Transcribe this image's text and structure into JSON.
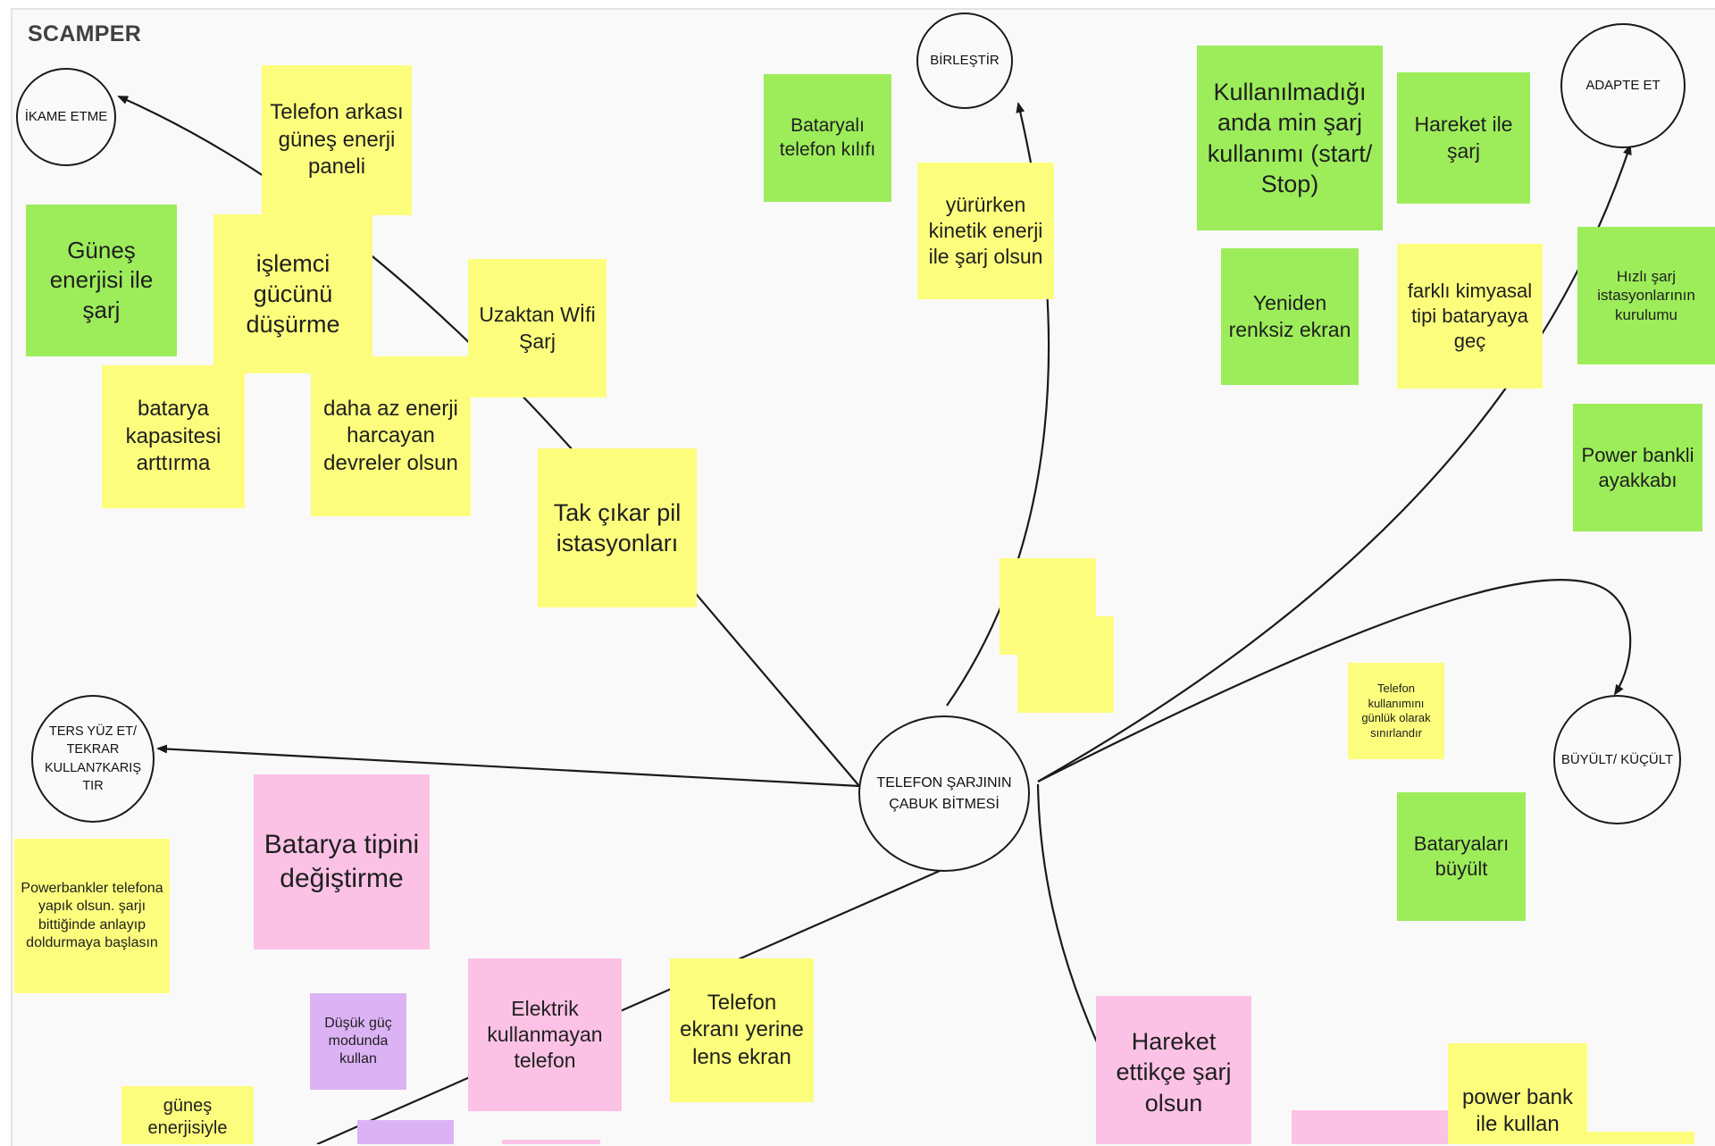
{
  "board": {
    "title": "SCAMPER"
  },
  "central_node": {
    "label": "TELEFON ŞARJININ ÇABUK BİTMESİ"
  },
  "category_nodes": {
    "ikame": "İKAME ETME",
    "birlestir": "BİRLEŞTİR",
    "adapte": "ADAPTE ET",
    "ters": "TERS YÜZ ET/ TEKRAR KULLAN7KARIŞ TIR",
    "buyult": "BÜYÜLT/ KÜÇÜLT"
  },
  "sticky_notes": [
    {
      "id": "telefon-arkasi",
      "color": "yellow",
      "text": "Telefon arkası güneş enerji paneli"
    },
    {
      "id": "gunes-enerjisi-ile-sarj",
      "color": "green",
      "text": "Güneş enerjisi ile şarj"
    },
    {
      "id": "islemci-gucu",
      "color": "yellow",
      "text": "işlemci gücünü düşürme"
    },
    {
      "id": "batarya-kapasitesi",
      "color": "yellow",
      "text": "batarya kapasitesi arttırma"
    },
    {
      "id": "daha-az-enerji",
      "color": "yellow",
      "text": "daha az enerji harcayan devreler olsun"
    },
    {
      "id": "uzaktan-wifi",
      "color": "yellow",
      "text": "Uzaktan Wİfi Şarj"
    },
    {
      "id": "tak-cikar",
      "color": "yellow",
      "text": "Tak çıkar pil istasyonları"
    },
    {
      "id": "bataryali-kilif",
      "color": "green",
      "text": "Bataryalı telefon kılıfı"
    },
    {
      "id": "yururken-kinetik",
      "color": "yellow",
      "text": "yürürken kinetik enerji ile şarj olsun"
    },
    {
      "id": "kullanilmadigi-anda",
      "color": "green",
      "text": "Kullanılmadığı anda min şarj kullanımı (start/ Stop)"
    },
    {
      "id": "hareket-ile-sarj",
      "color": "green",
      "text": "Hareket ile şarj"
    },
    {
      "id": "yeniden-renksiz",
      "color": "green",
      "text": "Yeniden renksiz ekran"
    },
    {
      "id": "farkli-kimyasal",
      "color": "yellow",
      "text": "farklı kimyasal tipi bataryaya geç"
    },
    {
      "id": "hizli-sarj",
      "color": "green",
      "text": "Hızlı şarj istasyonlarının kurulumu"
    },
    {
      "id": "power-bankli",
      "color": "green",
      "text": "Power bankli ayakkabı"
    },
    {
      "id": "blank-1",
      "color": "yellow",
      "text": ""
    },
    {
      "id": "blank-2",
      "color": "yellow",
      "text": ""
    },
    {
      "id": "telefon-kullanimini",
      "color": "yellow",
      "text": "Telefon kullanımını günlük olarak sınırlandır"
    },
    {
      "id": "bataryalari-buyult",
      "color": "green",
      "text": "Bataryaları büyült"
    },
    {
      "id": "batarya-tipini",
      "color": "pink",
      "text": "Batarya tipini değiştirme"
    },
    {
      "id": "powerbankler",
      "color": "yellow",
      "text": "Powerbankler telefona yapık olsun. şarjı bittiğinde anlayıp doldurmaya başlasın"
    },
    {
      "id": "dusuk-guc",
      "color": "purple",
      "text": "Düşük güç modunda kullan"
    },
    {
      "id": "elektrik-kullanmayan",
      "color": "pink",
      "text": "Elektrik kullanmayan telefon"
    },
    {
      "id": "telefon-ekrani",
      "color": "yellow",
      "text": "Telefon ekranı yerine lens ekran"
    },
    {
      "id": "gunes-enerjisiyle",
      "color": "yellow",
      "text": "güneş enerjisiyle"
    },
    {
      "id": "hareket-ettikce",
      "color": "pink",
      "text": "Hareket ettikçe şarj olsun"
    },
    {
      "id": "power-bank-ile-kullan",
      "color": "yellow",
      "text": "power bank ile kullan"
    },
    {
      "id": "partial-purple",
      "color": "purple",
      "text": ""
    },
    {
      "id": "partial-pink-1",
      "color": "pink",
      "text": ""
    },
    {
      "id": "partial-pink-2",
      "color": "pink",
      "text": ""
    },
    {
      "id": "partial-yellow",
      "color": "yellow",
      "text": ""
    }
  ],
  "colors": {
    "yellow": "#fdfd7d",
    "green": "#9ded5b",
    "pink": "#fbc2e5",
    "purple": "#dbb3f5",
    "connector": "#1a1a1a"
  }
}
